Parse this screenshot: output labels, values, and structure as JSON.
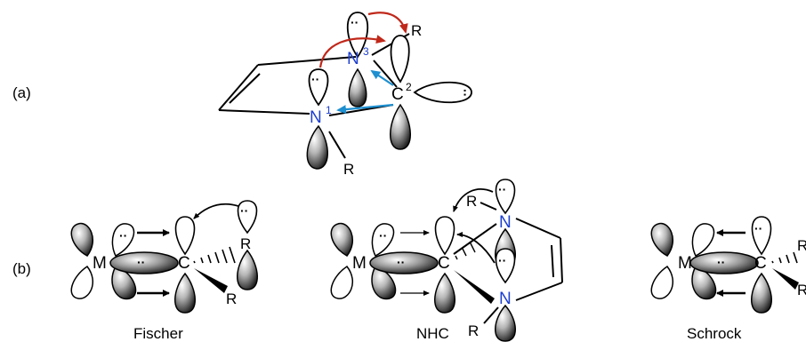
{
  "panels": {
    "a": {
      "label": "(a)"
    },
    "b": {
      "label": "(b)"
    }
  },
  "atoms": {
    "n1": "N",
    "n1_num": "1",
    "n3": "N",
    "n3_num": "3",
    "c2": "C",
    "c2_num": "2",
    "r": "R",
    "m": "M",
    "c": "C"
  },
  "captions": {
    "fischer": "Fischer",
    "nhc": "NHC",
    "schrock": "Schrock"
  },
  "electron_pair": "··",
  "colors": {
    "nitrogen": "#1d3fd1",
    "red_arrow": "#c0281a",
    "blue_arrow": "#1e8fd0",
    "ink": "#000000"
  }
}
